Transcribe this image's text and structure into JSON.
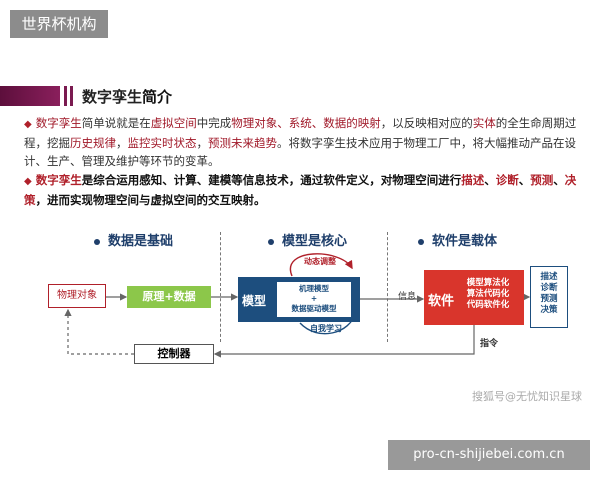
{
  "header": {
    "logo_text": "世界杯机构"
  },
  "title": {
    "prefix": "数字孪生",
    "emph": "简介"
  },
  "paragraph1": {
    "parts": [
      {
        "t": "数字孪生",
        "hl": true
      },
      {
        "t": "简单说就是在",
        "hl": false
      },
      {
        "t": "虚拟空间",
        "hl": true
      },
      {
        "t": "中完成",
        "hl": false
      },
      {
        "t": "物理对象、系统、数据的映射",
        "hl": true
      },
      {
        "t": "，以反映相对应的",
        "hl": false
      },
      {
        "t": "实体",
        "hl": true
      },
      {
        "t": "的全生命周期过程，挖掘",
        "hl": false
      },
      {
        "t": "历史规律",
        "hl": true
      },
      {
        "t": "，",
        "hl": false
      },
      {
        "t": "监控实时状态",
        "hl": true
      },
      {
        "t": "，",
        "hl": false
      },
      {
        "t": "预测未来趋势",
        "hl": true
      },
      {
        "t": "。将数字孪生技术应用于物理工厂中，将大幅推动产品在设计、生产、管理及维护等环节的变革。",
        "hl": false
      }
    ]
  },
  "paragraph2": {
    "parts": [
      {
        "t": "数字孪生",
        "hl": true
      },
      {
        "t": "是综合运用感知、计算、建模等信息技术，通过软件定义，对物理空间进行",
        "hl": false
      },
      {
        "t": "描述",
        "hl": true
      },
      {
        "t": "、",
        "hl": false
      },
      {
        "t": "诊断",
        "hl": true
      },
      {
        "t": "、",
        "hl": false
      },
      {
        "t": "预测",
        "hl": true
      },
      {
        "t": "、",
        "hl": false
      },
      {
        "t": "决策",
        "hl": true
      },
      {
        "t": "，进而实现物理空间与虚拟空间的交互映射。",
        "hl": false
      }
    ]
  },
  "sections": {
    "s1": "数据是基础",
    "s2": "模型是核心",
    "s3": "软件是载体"
  },
  "diagram": {
    "physical_object": "物理对象",
    "principle_data": "原理+数据",
    "model": "模型",
    "model_inner_1": "机理模型",
    "model_inner_2": "+",
    "model_inner_3": "数据驱动模型",
    "dynamic_adjust": "动态调整",
    "self_learning": "自我学习",
    "info": "信息",
    "software": "软件",
    "soft_inner_1": "模型算法化",
    "soft_inner_2": "算法代码化",
    "soft_inner_3": "代码软件化",
    "out_1": "描述",
    "out_2": "诊断",
    "out_3": "预测",
    "out_4": "决策",
    "command": "指令",
    "controller": "控制器"
  },
  "watermark": "搜狐号@无忧知识星球",
  "url": "pro-cn-shijiebei.com.cn",
  "colors": {
    "accent_red": "#b0202a",
    "model_blue": "#1d4e7e",
    "green": "#8cc74a",
    "software_red": "#d9352c"
  }
}
